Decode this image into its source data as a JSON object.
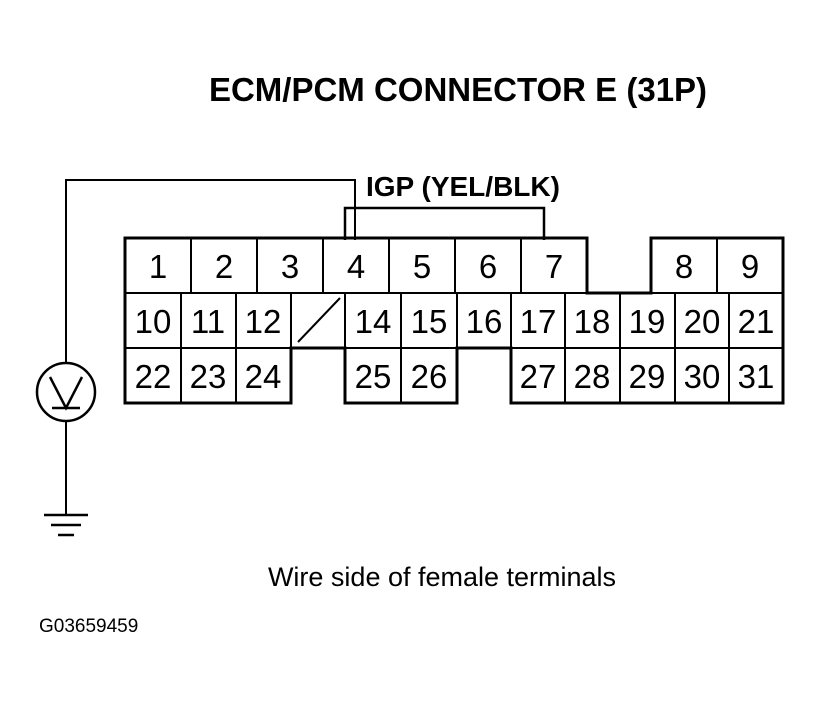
{
  "title": "ECM/PCM CONNECTOR E (31P)",
  "wire_label": "IGP (YEL/BLK)",
  "caption": "Wire side of female terminals",
  "figure_id": "G03659459",
  "meter_icon": "voltmeter-icon",
  "ground_icon": "ground-icon",
  "connector": {
    "terminal_count": 31,
    "probed_terminal": "4",
    "rows": [
      [
        "1",
        "2",
        "3",
        "4",
        "5",
        "6",
        "7",
        "",
        "8",
        "9"
      ],
      [
        "10",
        "11",
        "12",
        "",
        "14",
        "15",
        "16",
        "17",
        "18",
        "19",
        "20",
        "21"
      ],
      [
        "22",
        "23",
        "24",
        "",
        "25",
        "26",
        "",
        "27",
        "28",
        "29",
        "30",
        "31"
      ]
    ]
  }
}
